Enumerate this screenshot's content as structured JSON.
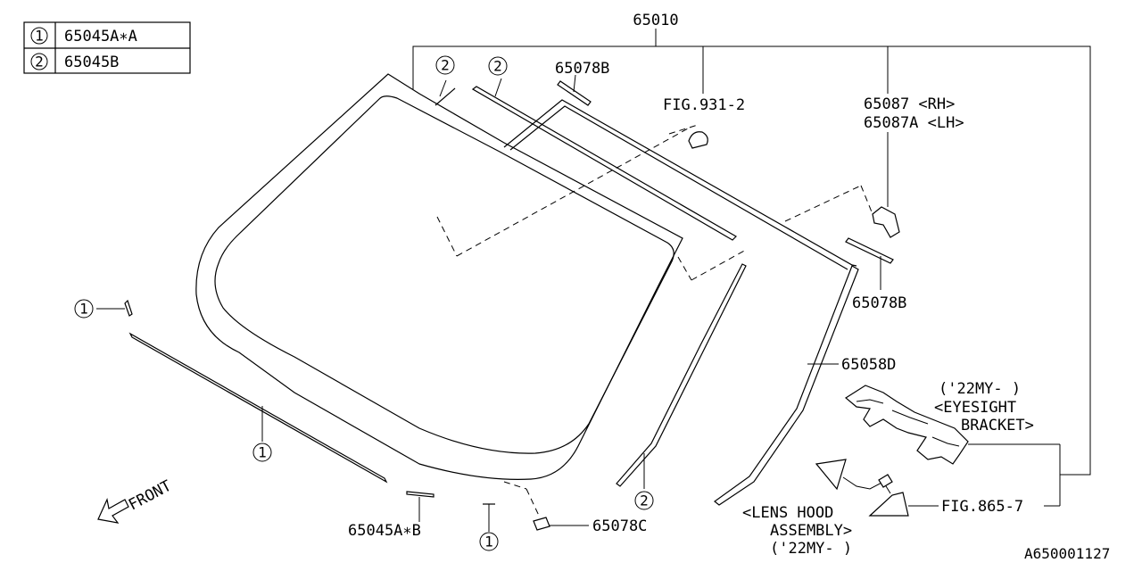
{
  "legend": {
    "rows": [
      {
        "num": "1",
        "part": "65045A∗A"
      },
      {
        "num": "2",
        "part": "65045B"
      }
    ]
  },
  "labels": {
    "assembly": "65010",
    "molding_top": "65078B",
    "fig_mirror": "FIG.931-2",
    "bracket_rh": "65087  <RH>",
    "bracket_lh": "65087A <LH>",
    "molding_right": "65078B",
    "molding_side": "65058D",
    "eyesight_1": "('22MY-   )",
    "eyesight_2": "<EYESIGHT",
    "eyesight_3": "BRACKET>",
    "fig_camera": "FIG.865-7",
    "lens_1": "<LENS HOOD",
    "lens_2": "ASSEMBLY>",
    "lens_3": "('22MY-   )",
    "molding_bottom": "65045A∗B",
    "spacer": "65078C",
    "front": "FRONT",
    "diagram_id": "A650001127"
  },
  "callouts": {
    "one": "1",
    "two": "2"
  }
}
